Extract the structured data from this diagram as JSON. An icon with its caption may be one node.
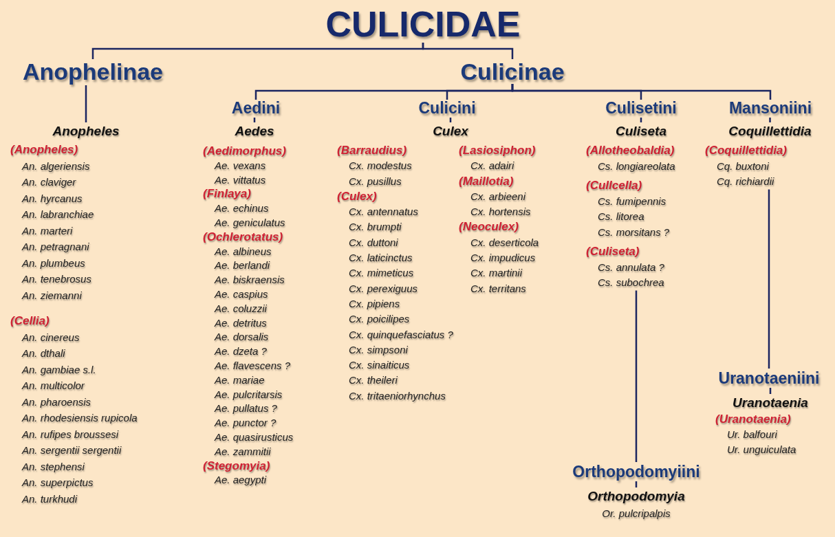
{
  "diagram": {
    "nodes": [
      {
        "text": [
          "CULICIDAE"
        ]
      },
      {
        "text": [
          "Anophelinae"
        ]
      },
      {
        "text": [
          "Culicinae"
        ]
      },
      {
        "text": [
          "Anopheles"
        ]
      },
      {
        "text": [
          "(Anopheles)",
          "An. algeriensis",
          "An. claviger",
          "An. hyrcanus",
          "An. labranchiae",
          "An. marteri",
          "An. petragnani",
          "An. plumbeus",
          "An. tenebrosus",
          "An. ziemanni"
        ],
        "in": 3
      },
      {
        "text": [
          "(Cellia)",
          "An. cinereus",
          "An. dthali",
          "An. gambiae s.l.",
          "An. multicolor",
          "An. pharoensis",
          "An. rhodesiensis rupicola",
          "An. rufipes broussesi",
          "An. sergentii sergentii",
          "An. stephensi",
          "An. superpictus",
          "An. turkhudi"
        ],
        "in": 3
      },
      {
        "text": [
          "Aedini"
        ]
      },
      {
        "text": [
          "Aedes"
        ]
      },
      {
        "text": [
          "(Aedimorphus)",
          "Ae. vexans",
          "Ae. vittatus"
        ],
        "in": 7
      },
      {
        "text": [
          "(Finlaya)",
          "Ae. echinus",
          "Ae. geniculatus"
        ],
        "in": 7
      },
      {
        "text": [
          "(Ochlerotatus)",
          "Ae. albineus",
          "Ae. berlandi",
          "Ae. biskraensis",
          "Ae. caspius",
          "Ae. coluzzii",
          "Ae. detritus",
          "Ae. dorsalis",
          "Ae. dzeta ?",
          "Ae. flavescens ?",
          "Ae. mariae",
          "Ae. pulcritarsis",
          "Ae. pullatus ?",
          "Ae. punctor ?",
          "Ae. quasirusticus",
          "Ae. zammitii"
        ],
        "in": 7
      },
      {
        "text": [
          "(Stegomyia)",
          "Ae. aegypti"
        ],
        "in": 7
      },
      {
        "text": [
          "Culicini"
        ]
      },
      {
        "text": [
          "Culex"
        ]
      },
      {
        "text": [
          "(Barraudius)",
          "Cx. modestus",
          "Cx. pusillus"
        ],
        "in": 13
      },
      {
        "text": [
          "(Culex)",
          "Cx. antennatus",
          "Cx. brumpti",
          "Cx. duttoni",
          "Cx. laticinctus",
          "Cx. mimeticus",
          "Cx. perexiguus",
          "Cx. pipiens",
          "Cx. poicilipes",
          "Cx. quinquefasciatus ?",
          "Cx. simpsoni",
          "Cx. sinaiticus",
          "Cx. theileri",
          "Cx. tritaeniorhynchus"
        ],
        "in": 13
      },
      {
        "text": [
          "(Lasiosiphon)",
          "Cx. adairi"
        ],
        "in": 13
      },
      {
        "text": [
          "(Maillotia)",
          "Cx. arbieeni",
          "Cx. hortensis"
        ],
        "in": 13
      },
      {
        "text": [
          "(Neoculex)",
          "Cx. deserticola",
          "Cx. impudicus",
          "Cx. martinii",
          "Cx. territans"
        ],
        "in": 13
      },
      {
        "text": [
          "Culisetini"
        ]
      },
      {
        "text": [
          "Culiseta"
        ]
      },
      {
        "text": [
          "(Allotheobaldia)",
          "Cs. longiareolata"
        ],
        "in": 20
      },
      {
        "text": [
          "(Cullcella)",
          "Cs. fumipennis",
          "Cs. litorea",
          "Cs. morsitans ?"
        ],
        "in": 20
      },
      {
        "text": [
          "(Culiseta)",
          "Cs. annulata ?",
          "Cs. subochrea"
        ],
        "in": 20
      },
      {
        "text": [
          "Mansoniini"
        ]
      },
      {
        "text": [
          "Coquillettidia"
        ]
      },
      {
        "text": [
          "(Coquillettidia)",
          "Cq. buxtoni",
          "Cq. richiardii"
        ],
        "in": 25
      },
      {
        "text": [
          "Uranotaeniini"
        ]
      },
      {
        "text": [
          "Uranotaenia"
        ]
      },
      {
        "text": [
          "(Uranotaenia)",
          "Ur. balfouri",
          "Ur. unguiculata"
        ],
        "in": 28
      },
      {
        "text": [
          "Orthopodomyiini"
        ]
      },
      {
        "text": [
          "Orthopodomyia",
          "Or. pulcripalpis"
        ]
      }
    ],
    "edges": [
      {
        "from": 0,
        "to": 1,
        "arrow": "none"
      },
      {
        "from": 0,
        "to": 2,
        "arrow": "none"
      },
      {
        "from": 1,
        "to": 3,
        "arrow": "none"
      },
      {
        "from": 2,
        "to": 6,
        "arrow": "none"
      },
      {
        "from": 2,
        "to": 12,
        "arrow": "none"
      },
      {
        "from": 2,
        "to": 19,
        "arrow": "none"
      },
      {
        "from": 2,
        "to": 24,
        "arrow": "none"
      },
      {
        "from": 6,
        "to": 7,
        "arrow": "none"
      },
      {
        "from": 12,
        "to": 13,
        "arrow": "none"
      },
      {
        "from": 19,
        "to": 20,
        "arrow": "none"
      },
      {
        "from": 24,
        "to": 25,
        "arrow": "none"
      },
      {
        "from": 25,
        "to": 27,
        "arrow": "none"
      },
      {
        "from": 20,
        "to": 30,
        "arrow": "none"
      },
      {
        "from": 27,
        "to": 28,
        "arrow": "none"
      },
      {
        "from": 30,
        "to": 31,
        "arrow": "none"
      }
    ]
  }
}
